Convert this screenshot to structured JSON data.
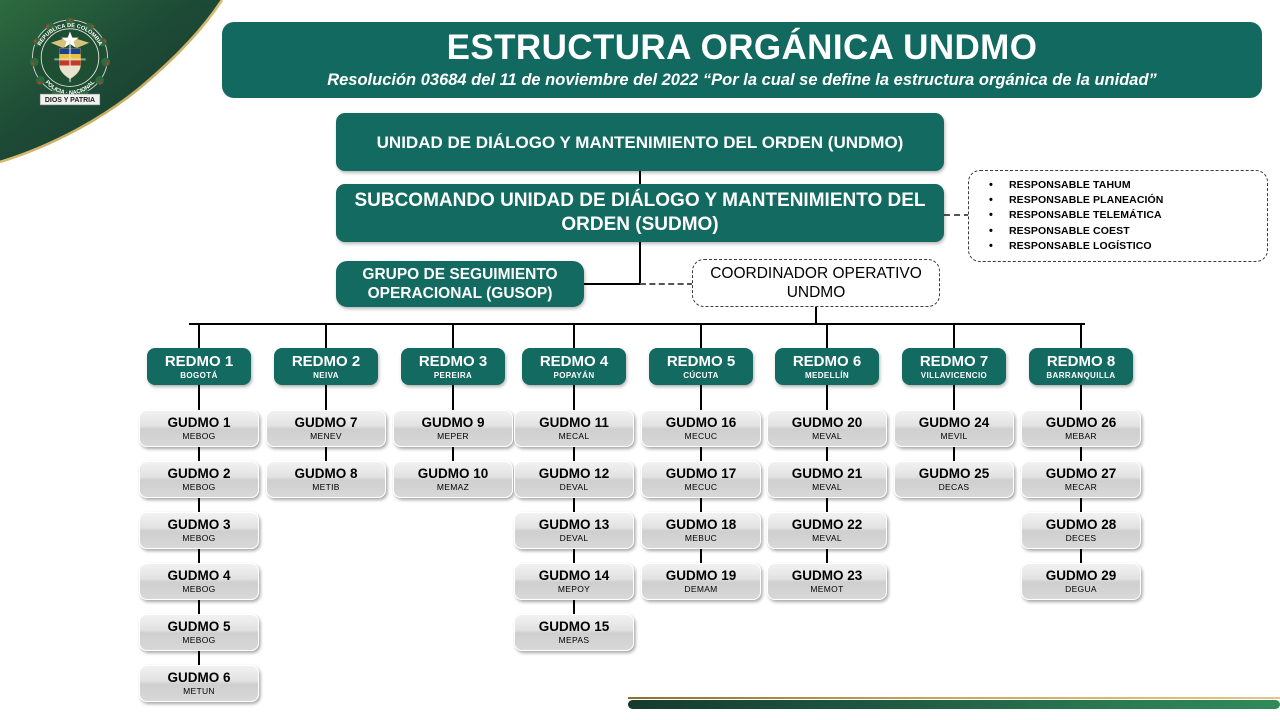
{
  "header": {
    "title": "ESTRUCTURA ORGÁNICA UNDMO",
    "subtitle": "Resolución 03684 del 11 de noviembre del 2022 “Por la cual se define la estructura orgánica de la unidad”",
    "emblem": {
      "top_text": "REPUBLICA DE COLOMBIA",
      "bottom_text": "POLICIA · NACIONAL",
      "motto": "DIOS Y PATRIA"
    }
  },
  "colors": {
    "teal": "#136a60",
    "banner_teal": "#12695f",
    "box_gray": "#d8d8d8",
    "line": "#000000",
    "gold": "#c8aa5c",
    "dark_green": "#163a2e"
  },
  "nodes": {
    "undmo": "UNIDAD DE DIÁLOGO Y MANTENIMIENTO DEL ORDEN (UNDMO)",
    "sudmo": "SUBCOMANDO UNIDAD DE DIÁLOGO Y MANTENIMIENTO DEL ORDEN (SUDMO)",
    "gusop": "GRUPO DE SEGUIMIENTO OPERACIONAL (GUSOP)",
    "coordinador": "COORDINADOR OPERATIVO UNDMO"
  },
  "responsables": [
    "RESPONSABLE TAHUM",
    "RESPONSABLE PLANEACIÓN",
    "RESPONSABLE TELEMÁTICA",
    "RESPONSABLE COEST",
    " RESPONSABLE LOGÍSTICO"
  ],
  "regions": [
    {
      "name": "REDMO 1",
      "city": "BOGOTÁ",
      "units": [
        {
          "name": "GUDMO 1",
          "code": "MEBOG"
        },
        {
          "name": "GUDMO 2",
          "code": "MEBOG"
        },
        {
          "name": "GUDMO 3",
          "code": "MEBOG"
        },
        {
          "name": "GUDMO 4",
          "code": "MEBOG"
        },
        {
          "name": "GUDMO 5",
          "code": "MEBOG"
        },
        {
          "name": "GUDMO 6",
          "code": "METUN"
        }
      ]
    },
    {
      "name": "REDMO 2",
      "city": "NEIVA",
      "units": [
        {
          "name": "GUDMO 7",
          "code": "MENEV"
        },
        {
          "name": "GUDMO 8",
          "code": "METIB"
        }
      ]
    },
    {
      "name": "REDMO 3",
      "city": "PEREIRA",
      "units": [
        {
          "name": "GUDMO 9",
          "code": "MEPER"
        },
        {
          "name": "GUDMO 10",
          "code": "MEMAZ"
        }
      ]
    },
    {
      "name": "REDMO 4",
      "city": "POPAYÁN",
      "units": [
        {
          "name": "GUDMO 11",
          "code": "MECAL"
        },
        {
          "name": "GUDMO 12",
          "code": "DEVAL"
        },
        {
          "name": "GUDMO 13",
          "code": "DEVAL"
        },
        {
          "name": "GUDMO 14",
          "code": "MEPOY"
        },
        {
          "name": "GUDMO 15",
          "code": "MEPAS"
        }
      ]
    },
    {
      "name": "REDMO 5",
      "city": "CÚCUTA",
      "units": [
        {
          "name": "GUDMO 16",
          "code": "MECUC"
        },
        {
          "name": "GUDMO 17",
          "code": "MECUC"
        },
        {
          "name": "GUDMO 18",
          "code": "MEBUC"
        },
        {
          "name": "GUDMO 19",
          "code": "DEMAM"
        }
      ]
    },
    {
      "name": "REDMO 6",
      "city": "MEDELLÍN",
      "units": [
        {
          "name": "GUDMO 20",
          "code": "MEVAL"
        },
        {
          "name": "GUDMO 21",
          "code": "MEVAL"
        },
        {
          "name": "GUDMO 22",
          "code": "MEVAL"
        },
        {
          "name": "GUDMO 23",
          "code": "MEMOT"
        }
      ]
    },
    {
      "name": "REDMO 7",
      "city": "VILLAVICENCIO",
      "units": [
        {
          "name": "GUDMO 24",
          "code": "MEVIL"
        },
        {
          "name": "GUDMO 25",
          "code": "DECAS"
        }
      ]
    },
    {
      "name": "REDMO 8",
      "city": "BARRANQUILLA",
      "units": [
        {
          "name": "GUDMO 26",
          "code": "MEBAR"
        },
        {
          "name": "GUDMO 27",
          "code": "MECAR"
        },
        {
          "name": "GUDMO 28",
          "code": "DECES"
        },
        {
          "name": "GUDMO 29",
          "code": "DEGUA"
        }
      ]
    }
  ]
}
